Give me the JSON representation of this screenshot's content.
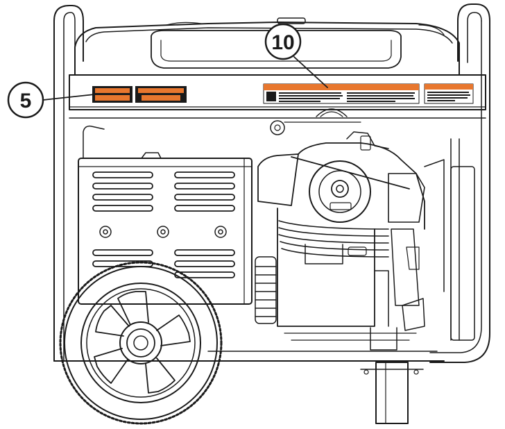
{
  "callouts": [
    {
      "number": "5"
    },
    {
      "number": "10"
    }
  ],
  "colors": {
    "line": "#1a1a1a",
    "label_orange": "#e8772e",
    "label_dark": "#1a1a1a",
    "background": "#ffffff"
  },
  "icons": [
    "generator-frame",
    "fuel-tank",
    "engine",
    "wheel",
    "control-panel",
    "warning-label"
  ]
}
